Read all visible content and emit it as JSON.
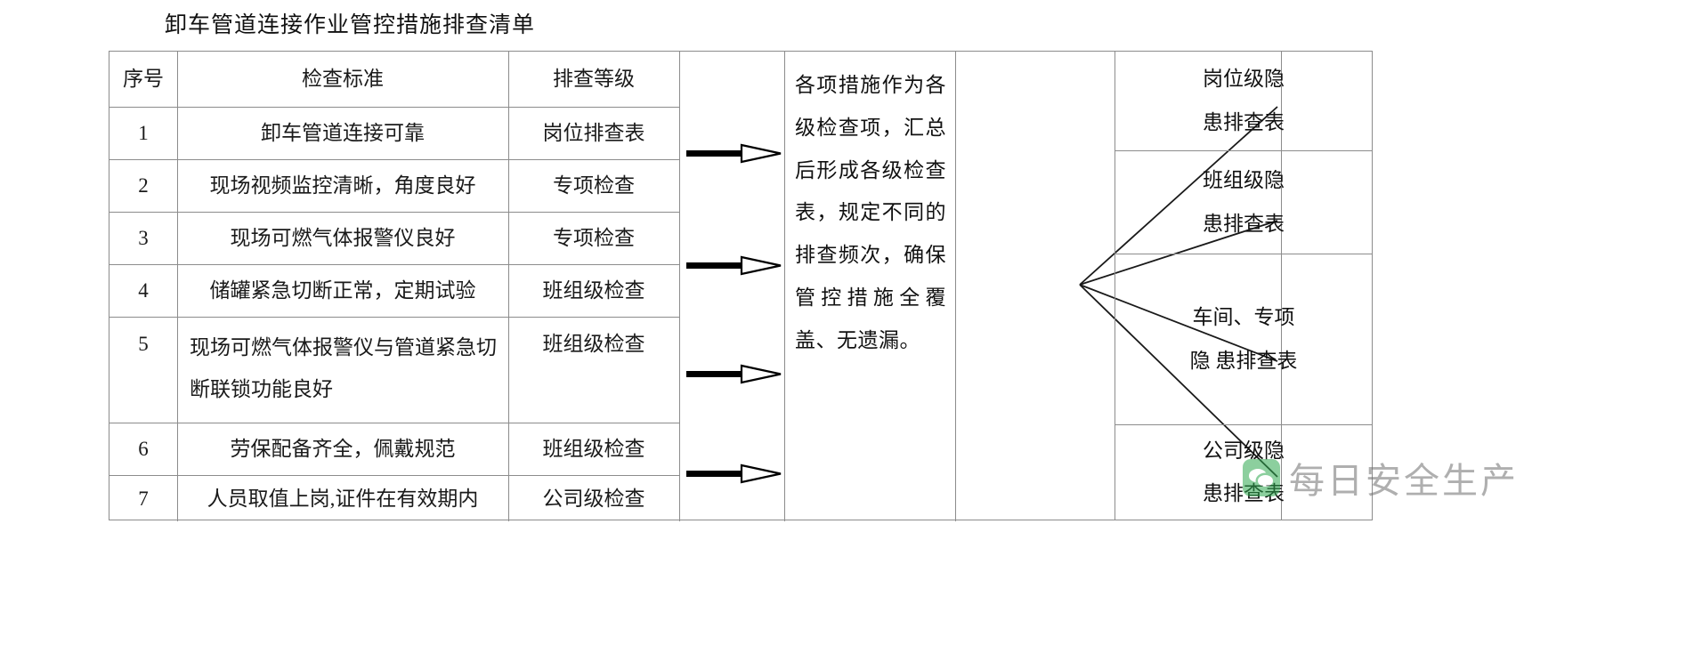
{
  "document": {
    "title": "卸车管道连接作业管控措施排查清单"
  },
  "table": {
    "headers": {
      "index": "序号",
      "standard": "检查标准",
      "level": "排查等级"
    },
    "rows": [
      {
        "index": "1",
        "standard": "卸车管道连接可靠",
        "level": "岗位排查表"
      },
      {
        "index": "2",
        "standard": "现场视频监控清晰，角度良好",
        "level": "专项检查"
      },
      {
        "index": "3",
        "standard": "现场可燃气体报警仪良好",
        "level": "专项检查"
      },
      {
        "index": "4",
        "standard": "储罐紧急切断正常，定期试验",
        "level": "班组级检查"
      },
      {
        "index": "5",
        "standard": "现场可燃气体报警仪与管道紧急切断联锁功能良好",
        "level": "班组级检查"
      },
      {
        "index": "6",
        "standard": "劳保配备齐全，佩戴规范",
        "level": "班组级检查"
      },
      {
        "index": "7",
        "standard": "人员取值上岗,证件在有效期内",
        "level": "公司级检查"
      }
    ]
  },
  "center_note": {
    "text": "各项措施作为各级检查项，汇总后形成各级检查表，规定不同的排查频次，确保管控措施全覆盖、无遗漏。"
  },
  "output_forms": [
    {
      "line1": "岗位级隐",
      "line2": "患排查表"
    },
    {
      "line1": "班组级隐",
      "line2": "患排查表"
    },
    {
      "line1": "车间、专项",
      "line2": "隐 患排查表"
    },
    {
      "line1": "公司级隐",
      "line2": "患排查表"
    }
  ],
  "watermark": {
    "label": "每日安全生产",
    "logo": "wechat-icon",
    "color": "#2fa84f"
  },
  "arrows": {
    "icon": "arrow-right-icon",
    "count": 4
  },
  "colors": {
    "border": "#8c8c8c",
    "text": "#111111",
    "background": "#ffffff"
  }
}
